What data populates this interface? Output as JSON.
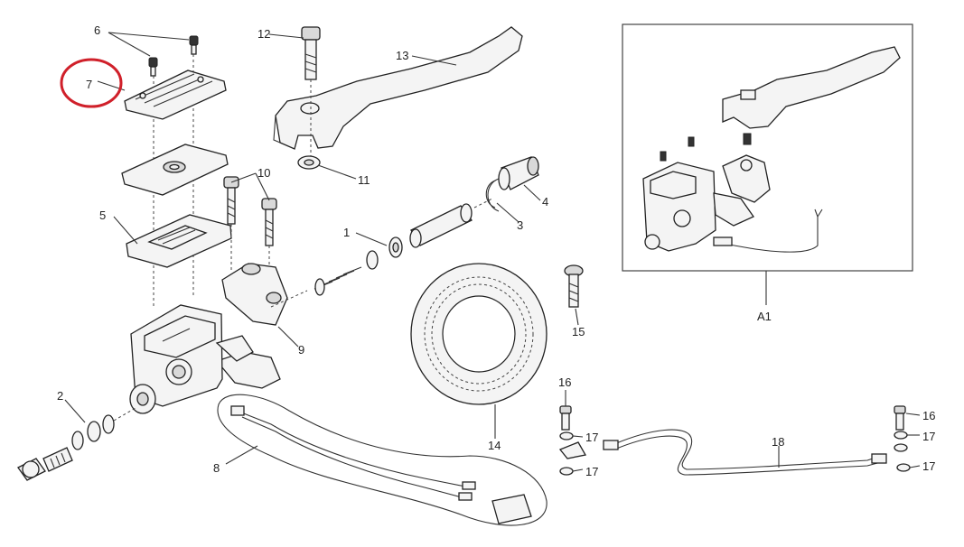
{
  "labels": {
    "l1": "1",
    "l2": "2",
    "l3": "3",
    "l4": "4",
    "l5": "5",
    "l6": "6",
    "l7": "7",
    "l8": "8",
    "l9": "9",
    "l10": "10",
    "l11": "11",
    "l12": "12",
    "l13": "13",
    "l14": "14",
    "l15": "15",
    "l16a": "16",
    "l16b": "16",
    "l17a": "17",
    "l17b": "17",
    "l17c": "17",
    "l17d": "17",
    "l18": "18",
    "lA1": "A1"
  },
  "colors": {
    "highlight_circle": "#d0202a",
    "line": "#333333"
  }
}
